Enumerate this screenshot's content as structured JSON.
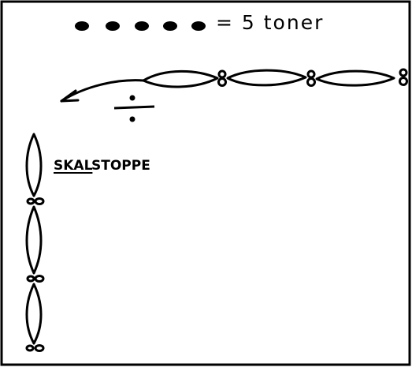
{
  "legend": {
    "text": "= 5 toner",
    "dot_count": 5
  },
  "division_symbol": "÷",
  "stop_label": {
    "skal": "SKAL",
    "stoppe": "STOPPE"
  },
  "ink_color": "#000000",
  "frame_color": "#000000",
  "figures": [
    "filled-dot-icon",
    "slur-oval-icon",
    "loop-separator-icon",
    "curved-arrow-icon"
  ]
}
